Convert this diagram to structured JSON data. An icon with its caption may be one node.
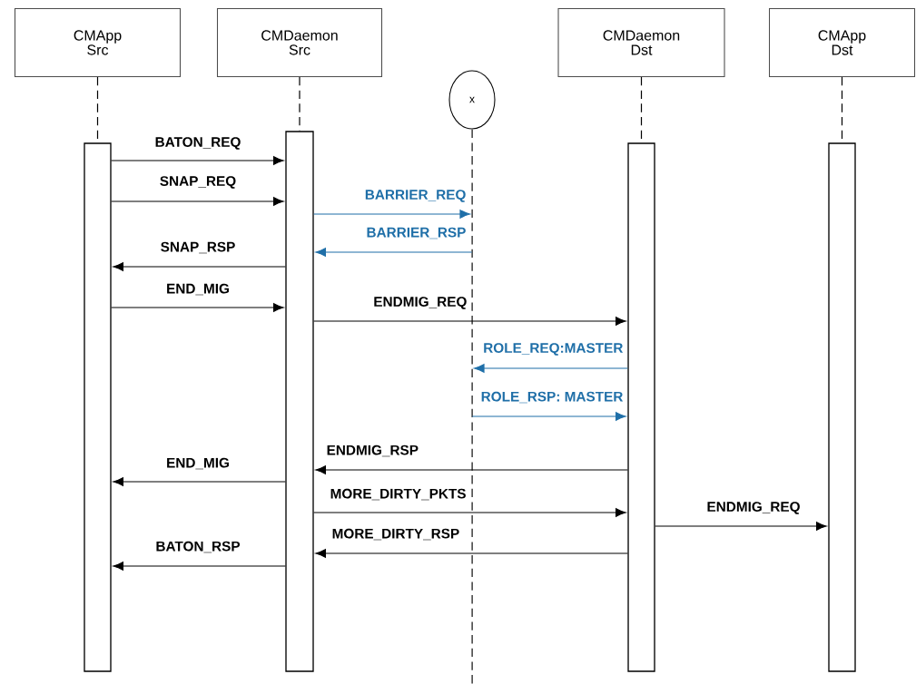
{
  "diagram": {
    "nodes": [
      {
        "text": [
          "CMApp Src"
        ]
      },
      {
        "text": [
          "CMDaemon Src"
        ]
      },
      {
        "text": [
          "CMDaemon Dst"
        ]
      },
      {
        "text": [
          "CMApp Dst"
        ]
      },
      {
        "text": [
          "x"
        ]
      },
      {
        "text": [],
        "shape": "bar"
      },
      {
        "text": [],
        "shape": "bar"
      },
      {
        "text": [],
        "shape": "line"
      },
      {
        "text": [],
        "shape": "bar"
      },
      {
        "text": [],
        "shape": "bar"
      }
    ],
    "edges": [
      {
        "from": 0,
        "to": 5,
        "arrow": "none",
        "style": "dashed"
      },
      {
        "from": 1,
        "to": 6,
        "arrow": "none",
        "style": "dashed"
      },
      {
        "from": 2,
        "to": 8,
        "arrow": "none",
        "style": "dashed"
      },
      {
        "from": 3,
        "to": 9,
        "arrow": "none",
        "style": "dashed"
      },
      {
        "from": 5,
        "to": 6,
        "arrow": "to",
        "label": "BATON_REQ"
      },
      {
        "from": 5,
        "to": 6,
        "arrow": "to",
        "label": "SNAP_REQ"
      },
      {
        "from": 6,
        "to": 7,
        "arrow": "to",
        "label": "BARRIER_REQ",
        "color": "#1f6fa8"
      },
      {
        "from": 7,
        "to": 6,
        "arrow": "to",
        "label": "BARRIER_RSP",
        "color": "#1f6fa8"
      },
      {
        "from": 6,
        "to": 5,
        "arrow": "to",
        "label": "SNAP_RSP"
      },
      {
        "from": 5,
        "to": 6,
        "arrow": "to",
        "label": "END_MIG"
      },
      {
        "from": 6,
        "to": 8,
        "arrow": "to",
        "label": "ENDMIG_REQ"
      },
      {
        "from": 8,
        "to": 7,
        "arrow": "to",
        "label": "ROLE_REQ:MASTER",
        "color": "#1f6fa8"
      },
      {
        "from": 7,
        "to": 8,
        "arrow": "to",
        "label": "ROLE_RSP: MASTER",
        "color": "#1f6fa8"
      },
      {
        "from": 8,
        "to": 6,
        "arrow": "to",
        "label": "ENDMIG_RSP"
      },
      {
        "from": 6,
        "to": 5,
        "arrow": "to",
        "label": "END_MIG"
      },
      {
        "from": 6,
        "to": 8,
        "arrow": "to",
        "label": "MORE_DIRTY_PKTS"
      },
      {
        "from": 8,
        "to": 9,
        "arrow": "to",
        "label": "ENDMIG_REQ"
      },
      {
        "from": 8,
        "to": 6,
        "arrow": "to",
        "label": "MORE_DIRTY_RSP"
      },
      {
        "from": 6,
        "to": 5,
        "arrow": "to",
        "label": "BATON_RSP"
      }
    ]
  }
}
